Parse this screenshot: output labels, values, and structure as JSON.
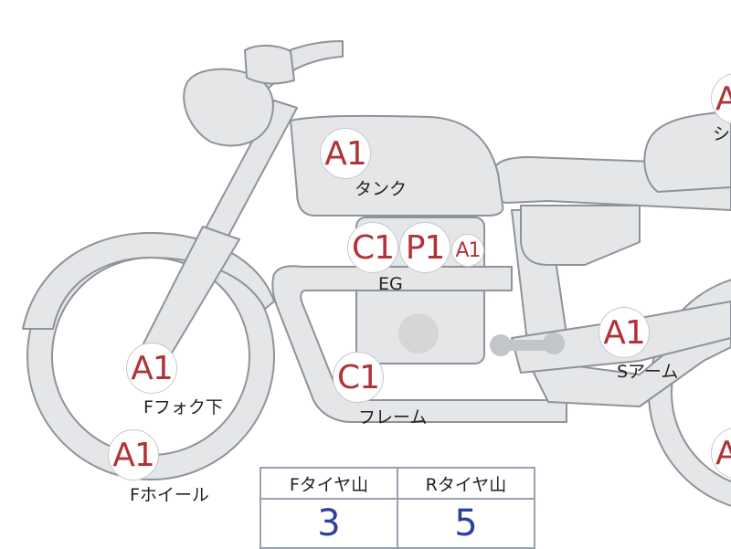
{
  "parts": [
    {
      "code": "A1",
      "label": "タンク"
    },
    {
      "code": "C1",
      "label": "EG"
    },
    {
      "code": "P1",
      "label": ""
    },
    {
      "code": "A1",
      "label": ""
    },
    {
      "code": "A1",
      "label": "Sアーム"
    },
    {
      "code": "C1",
      "label": "フレーム"
    },
    {
      "code": "A1",
      "label": "Fフォク下"
    },
    {
      "code": "A1",
      "label": "Fホイール"
    },
    {
      "code": "A",
      "label": "シ"
    },
    {
      "code": "A",
      "label": ""
    }
  ],
  "tread_table": {
    "headers": [
      "Fタイヤ山",
      "Rタイヤ山"
    ],
    "values": [
      "3",
      "5"
    ]
  },
  "colors": {
    "bike_fill": "#e4e6e8",
    "bike_stroke": "#8f9399",
    "code_text": "#b2323a",
    "value_text": "#2e3f9c"
  }
}
